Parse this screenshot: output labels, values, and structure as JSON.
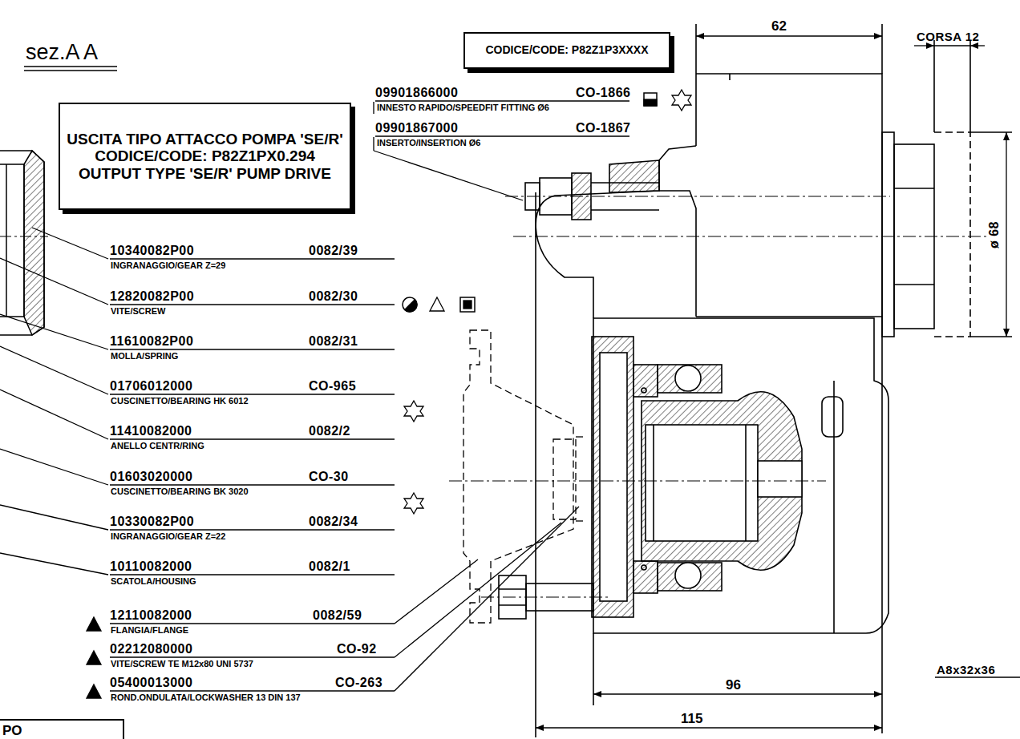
{
  "diagram": {
    "nodes": [
      {
        "text": [
          "CODICE/CODE: P82Z1P3XXXX"
        ]
      },
      {
        "text": [
          "USCITA TIPO ATTACCO POMPA 'SE/R' CODICE/CODE: P82Z1PX0.294 OUTPUT TYPE 'SE/R' PUMP DRIVE"
        ]
      },
      {
        "text": [
          "PO"
        ]
      }
    ],
    "labels": [
      "sez.A A",
      "09901866000",
      "CO-1866",
      "INNESTO RAPIDO/SPEEDFIT FITTING Ø6",
      "09901867000",
      "CO-1867",
      "INSERTO/INSERTION Ø6",
      "10340082P00",
      "0082/39",
      "INGRANAGGIO/GEAR Z=29",
      "12820082P00",
      "0082/30",
      "VITE/SCREW",
      "11610082P00",
      "0082/31",
      "MOLLA/SPRING",
      "01706012000",
      "CO-965",
      "CUSCINETTO/BEARING HK 6012",
      "11410082000",
      "0082/2",
      "ANELLO CENTR/RING",
      "01603020000",
      "CO-30",
      "CUSCINETTO/BEARING BK 3020",
      "10330082P00",
      "0082/34",
      "INGRANAGGIO/GEAR Z=22",
      "10110082000",
      "0082/1",
      "SCATOLA/HOUSING",
      "12110082000",
      "0082/59",
      "FLANGIA/FLANGE",
      "02212080000",
      "CO-92",
      "VITE/SCREW TE M12x80 UNI 5737",
      "05400013000",
      "CO-263",
      "ROND.ONDULATA/LOCKWASHER 13 DIN 137",
      "62",
      "CORSA 12",
      "ø 68",
      "96",
      "115",
      "A8x32x36"
    ]
  }
}
